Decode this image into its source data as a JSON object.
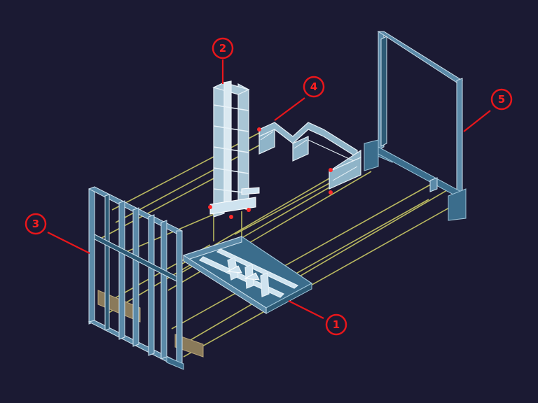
{
  "colors": {
    "background": "#1b1a33",
    "frame_blue": "#5b8aa8",
    "frame_dark": "#2d5a75",
    "frame_light": "#cfe3ef",
    "rail_olive": "#b9b860",
    "callout_red": "#e8161b",
    "plate_tan": "#8a7a5a"
  },
  "callouts": [
    {
      "id": "1",
      "label": "1"
    },
    {
      "id": "2",
      "label": "2"
    },
    {
      "id": "3",
      "label": "3"
    },
    {
      "id": "4",
      "label": "4"
    },
    {
      "id": "5",
      "label": "5"
    }
  ]
}
